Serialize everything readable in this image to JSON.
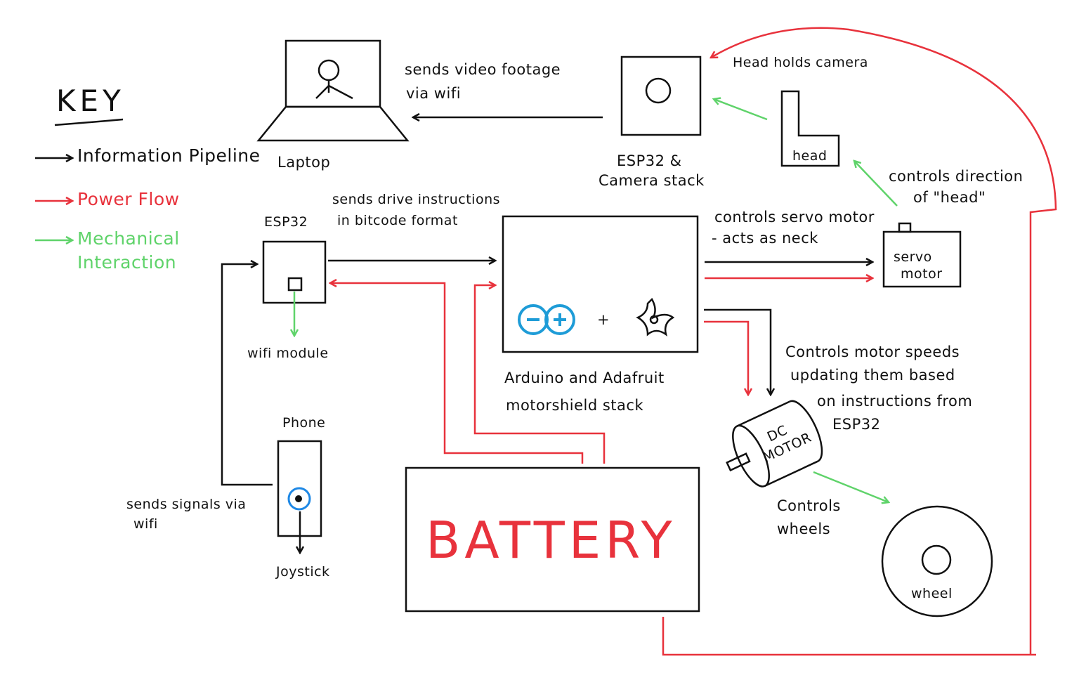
{
  "key": {
    "title": "KEY",
    "info": "Information Pipeline",
    "power": "Power Flow",
    "mech_line1": "Mechanical",
    "mech_line2": "Interaction"
  },
  "laptop": {
    "label": "Laptop",
    "video_line1": "sends video footage",
    "video_line2": "via wifi"
  },
  "camera": {
    "label_line1": "ESP32 &",
    "label_line2": "Camera stack"
  },
  "head": {
    "label": "head",
    "holds": "Head holds camera",
    "ctrl_line1": "controls direction",
    "ctrl_line2": "of \"head\""
  },
  "esp32": {
    "label": "ESP32",
    "wifi_module": "wifi module",
    "drive_line1": "sends drive instructions",
    "drive_line2": "in bitcode format"
  },
  "arduino": {
    "label_line1": "Arduino and Adafruit",
    "label_line2": "motorshield stack",
    "plus": "+"
  },
  "servo": {
    "label_line1": "servo",
    "label_line2": "motor",
    "ctrl_line1": "controls servo motor",
    "ctrl_line2": "- acts as neck"
  },
  "dc_motor": {
    "label_line1": "DC",
    "label_line2": "MOTOR",
    "ctrl_line1": "Controls motor speeds",
    "ctrl_line2": "updating them based",
    "ctrl_line3": "on instructions from",
    "ctrl_line4": "ESP32"
  },
  "wheel": {
    "label": "wheel",
    "ctrl_line1": "Controls",
    "ctrl_line2": "wheels"
  },
  "phone": {
    "label": "Phone",
    "joystick": "Joystick",
    "send_line1": "sends signals via",
    "send_line2": "wifi"
  },
  "battery": {
    "label": "BATTERY"
  },
  "colors": {
    "info": "#111111",
    "power": "#e8323c",
    "mechanical": "#5fd36a",
    "arduino_logo": "#1e9cd7",
    "joystick_ring": "#1e88e5"
  }
}
